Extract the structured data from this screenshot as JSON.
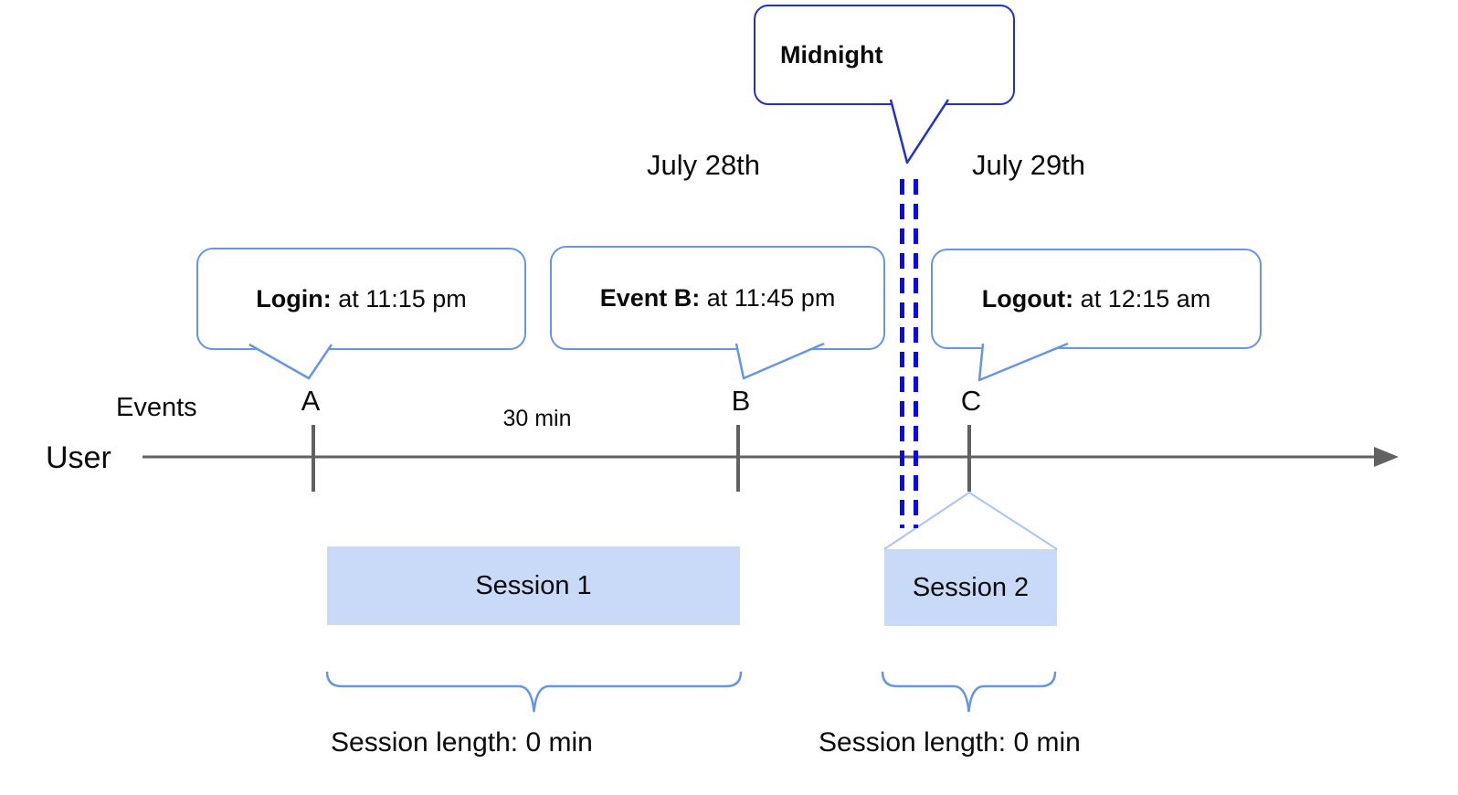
{
  "colors": {
    "accent-dark-blue": "#2230cc",
    "accent-blue": "#6495e8",
    "accent-light-blue": "#a9c5f2",
    "session-fill": "#c9daf8",
    "dash-blue": "#0a0ae8",
    "axis-gray": "#616161",
    "text-black": "#0a0a0a"
  },
  "callouts": {
    "midnight": "Midnight",
    "login": {
      "bold": "Login:",
      "rest": " at 11:15 pm"
    },
    "event_b": {
      "bold": "Event B:",
      "rest": " at 11:45 pm"
    },
    "logout": {
      "bold": "Logout:",
      "rest": " at 12:15 am"
    }
  },
  "dates": {
    "before_midnight": "July 28th",
    "after_midnight": "July 29th"
  },
  "axis": {
    "row_label": "Events",
    "user_label": "User",
    "interval_label": "30 min",
    "event_marks": [
      "A",
      "B",
      "C"
    ]
  },
  "sessions": [
    {
      "label": "Session 1",
      "length": "Session length: 0 min"
    },
    {
      "label": "Session 2",
      "length": "Session length: 0 min"
    }
  ]
}
